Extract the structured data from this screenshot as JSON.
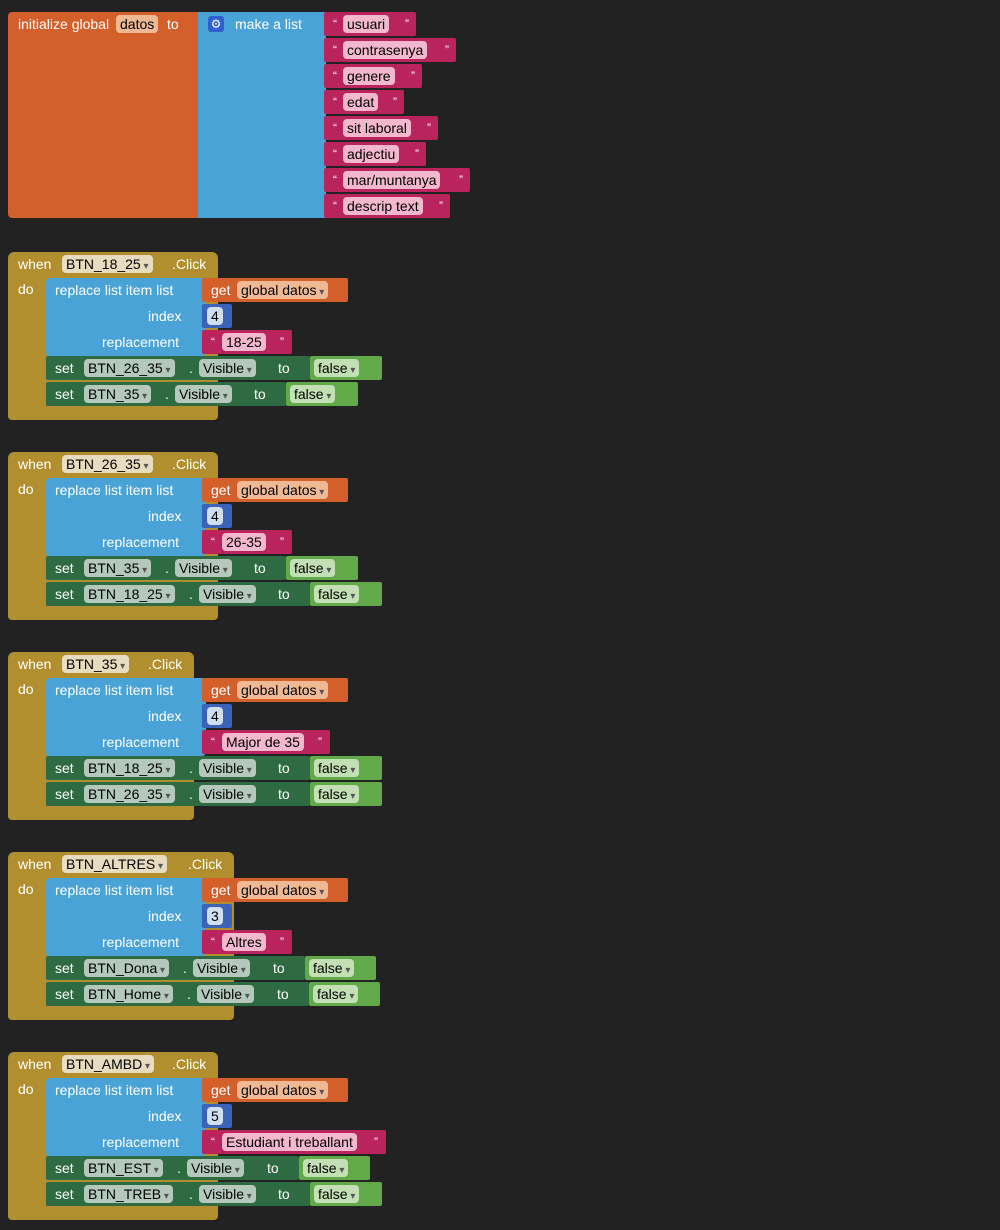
{
  "init": {
    "label": "initialize global",
    "var_name": "datos",
    "to_label": "to",
    "list_label": "make a list",
    "items": [
      "usuari",
      "contrasenya",
      "genere",
      "edat",
      "sit laboral",
      "adjectiu",
      "mar/muntanya",
      "descrip text"
    ]
  },
  "labels": {
    "when": "when",
    "do": "do",
    "click": ".Click",
    "replace": "replace list item  list",
    "index": "index",
    "replacement": "replacement",
    "get": "get",
    "global_var": "global datos",
    "set": "set",
    "dot": ".",
    "visible": "Visible",
    "to": "to",
    "false": "false"
  },
  "events": [
    {
      "button": "BTN_18_25",
      "index": "4",
      "replacement": "18-25",
      "sets": [
        "BTN_26_35",
        "BTN_35"
      ]
    },
    {
      "button": "BTN_26_35",
      "index": "4",
      "replacement": "26-35",
      "sets": [
        "BTN_35",
        "BTN_18_25"
      ]
    },
    {
      "button": "BTN_35",
      "index": "4",
      "replacement": "Major de 35",
      "sets": [
        "BTN_18_25",
        "BTN_26_35"
      ]
    },
    {
      "button": "BTN_ALTRES",
      "index": "3",
      "replacement": "Altres",
      "sets": [
        "BTN_Dona",
        "BTN_Home"
      ]
    },
    {
      "button": "BTN_AMBD",
      "index": "5",
      "replacement": "Estudiant i treballant",
      "sets": [
        "BTN_EST",
        "BTN_TREB"
      ]
    }
  ]
}
